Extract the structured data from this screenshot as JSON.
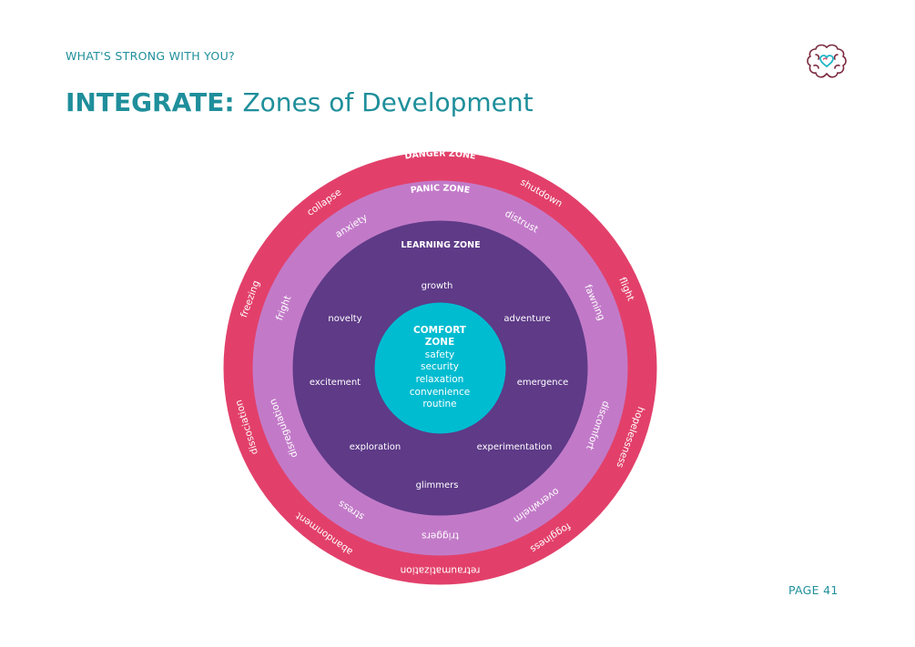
{
  "header": {
    "eyebrow": "WHAT'S STRONG WITH YOU?",
    "title_bold": "INTEGRATE:",
    "title_rest": " Zones of Development"
  },
  "footer": {
    "page": "PAGE 41"
  },
  "logo_icon": "brain-heart-icon",
  "colors": {
    "accent": "#1f8f9b",
    "danger": "#e2406a",
    "panic": "#c27ac8",
    "learning": "#5e3a87",
    "comfort": "#00bcd1"
  },
  "diagram": {
    "danger_zone": {
      "title": "DANGER ZONE",
      "words": [
        "shutdown",
        "flight",
        "hopelessness",
        "fogginess",
        "retraumatization",
        "abandonment",
        "dissociation",
        "freezing",
        "collapse"
      ]
    },
    "panic_zone": {
      "title": "PANIC ZONE",
      "words": [
        "distrust",
        "fawning",
        "discomfort",
        "overwhelm",
        "triggers",
        "stress",
        "disregulation",
        "fright",
        "anxiety"
      ]
    },
    "learning_zone": {
      "title": "LEARNING ZONE",
      "words": [
        "growth",
        "adventure",
        "emergence",
        "experimentation",
        "glimmers",
        "exploration",
        "excitement",
        "novelty"
      ]
    },
    "comfort_zone": {
      "title_line1": "COMFORT",
      "title_line2": "ZONE",
      "items": [
        "safety",
        "security",
        "relaxation",
        "convenience",
        "routine"
      ]
    }
  }
}
